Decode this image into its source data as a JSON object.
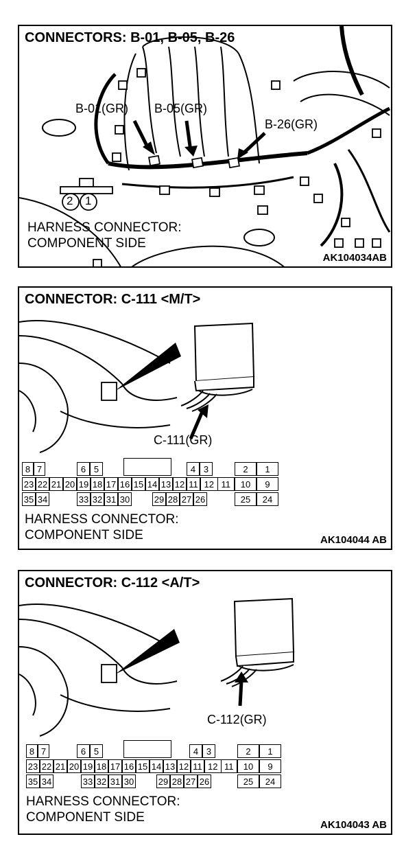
{
  "panel1": {
    "title": "CONNECTORS: B-01, B-05, B-26",
    "labels": {
      "b01": "B-01(GR)",
      "b05": "B-05(GR)",
      "b26": "B-26(GR)"
    },
    "pin_numbers": [
      "2",
      "1"
    ],
    "caption_line1": "HARNESS CONNECTOR:",
    "caption_line2": "COMPONENT SIDE",
    "code": "AK104034AB"
  },
  "panel2": {
    "title": "CONNECTOR: C-111 <M/T>",
    "label": "C-111(GR)",
    "caption_line1": "HARNESS CONNECTOR:",
    "caption_line2": "COMPONENT SIDE",
    "code": "AK104044 AB"
  },
  "panel3": {
    "title": "CONNECTOR: C-112 <A/T>",
    "label": "C-112(GR)",
    "caption_line1": "HARNESS CONNECTOR:",
    "caption_line2": "COMPONENT SIDE",
    "code": "AK104043 AB"
  },
  "connector_pins": {
    "top_row": [
      "8",
      "7",
      "6",
      "5",
      "4",
      "3",
      "2",
      "1"
    ],
    "middle_row": [
      "23",
      "22",
      "21",
      "20",
      "19",
      "18",
      "17",
      "16",
      "15",
      "14",
      "13",
      "12",
      "11",
      "10",
      "9"
    ],
    "bottom_row": [
      "35",
      "34",
      "33",
      "32",
      "31",
      "30",
      "29",
      "28",
      "27",
      "26",
      "25",
      "24"
    ]
  }
}
